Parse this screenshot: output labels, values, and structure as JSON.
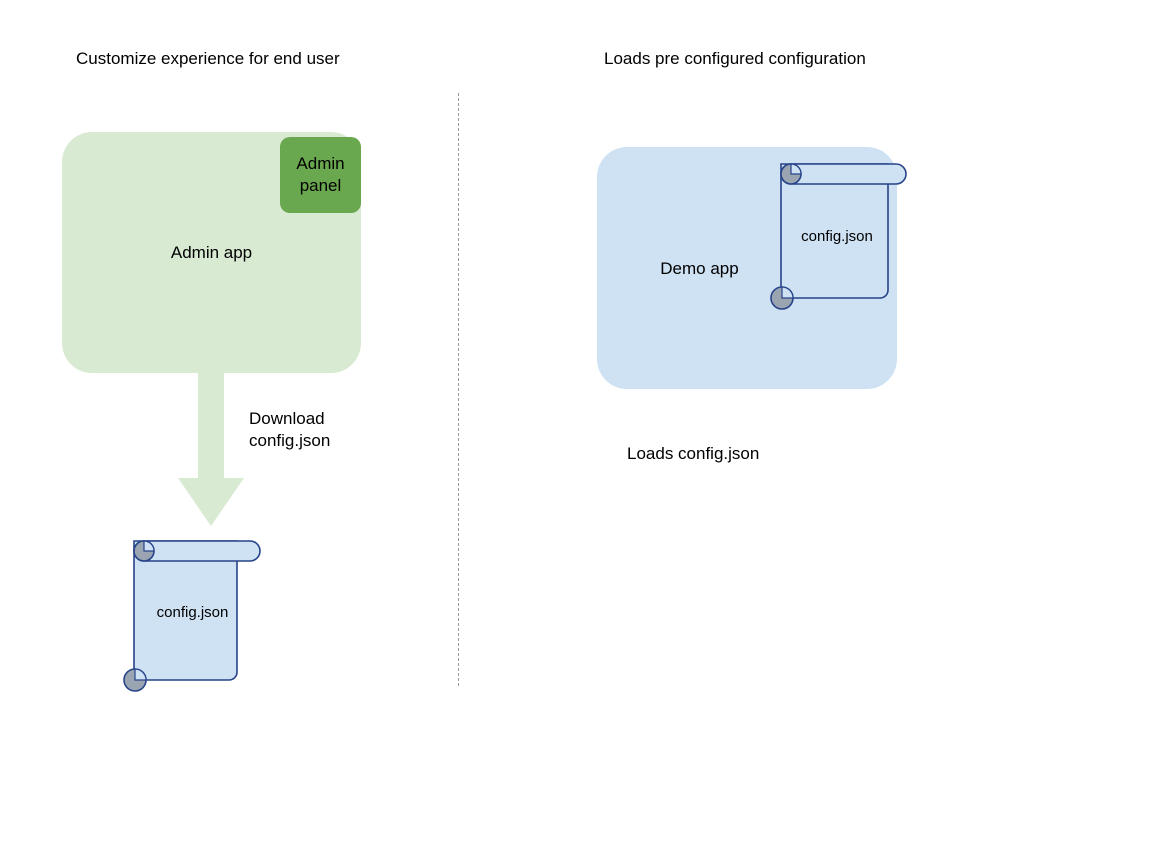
{
  "headings": {
    "left": "Customize experience for end user",
    "right": "Loads pre configured configuration"
  },
  "left_column": {
    "app_box": {
      "label": "Admin app",
      "fill": "#d9ead3"
    },
    "panel_box": {
      "label": "Admin\npanel",
      "label_line1": "Admin",
      "label_line2": "panel",
      "fill": "#6aa84f"
    },
    "arrow": {
      "label_line1": "Download",
      "label_line2": "config.json",
      "fill": "#d9ead3",
      "direction": "down"
    },
    "document": {
      "label": "config.json",
      "fill": "#cfe2f3",
      "stroke": "#27438a",
      "roll_fill": "#9aa5b1"
    }
  },
  "right_column": {
    "app_box": {
      "label": "Demo app",
      "fill": "#cfe2f3"
    },
    "document": {
      "label": "config.json",
      "fill": "#cfe2f3",
      "stroke": "#27438a",
      "roll_fill": "#9aa5b1"
    },
    "caption": "Loads config.json"
  },
  "divider": {
    "style": "dashed-vertical",
    "color": "#9a9a9a"
  },
  "icons": {
    "document_scroll": "scroll-document-icon",
    "arrow_down": "arrow-down-icon"
  }
}
